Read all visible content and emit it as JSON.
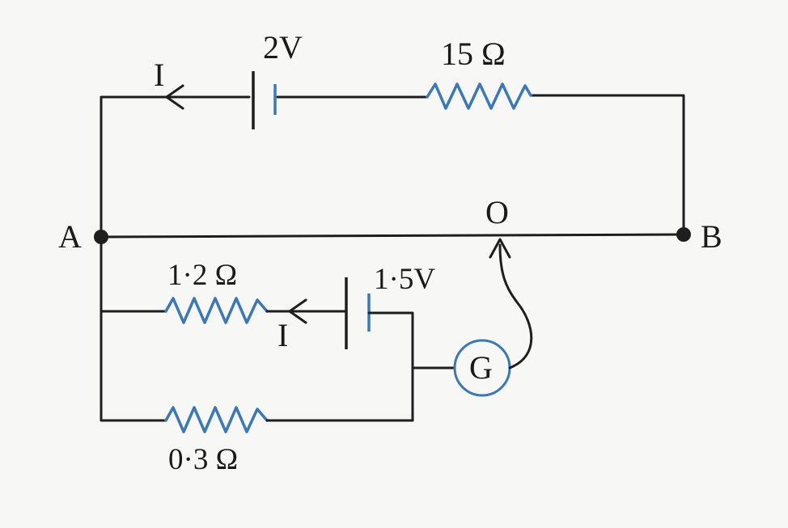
{
  "labels": {
    "battery_main": "2V",
    "resistor_main": "15 Ω",
    "current_top": "I",
    "node_a": "A",
    "node_b": "B",
    "jockey_point": "O",
    "resistor_upper": "1·2 Ω",
    "battery_second": "1·5V",
    "current_lower": "I",
    "galvanometer": "G",
    "resistor_lower": "0·3 Ω"
  },
  "colors": {
    "wire": "#1e1e1e",
    "component_blue": "#3a78b8",
    "background": "#f7f7f5"
  }
}
